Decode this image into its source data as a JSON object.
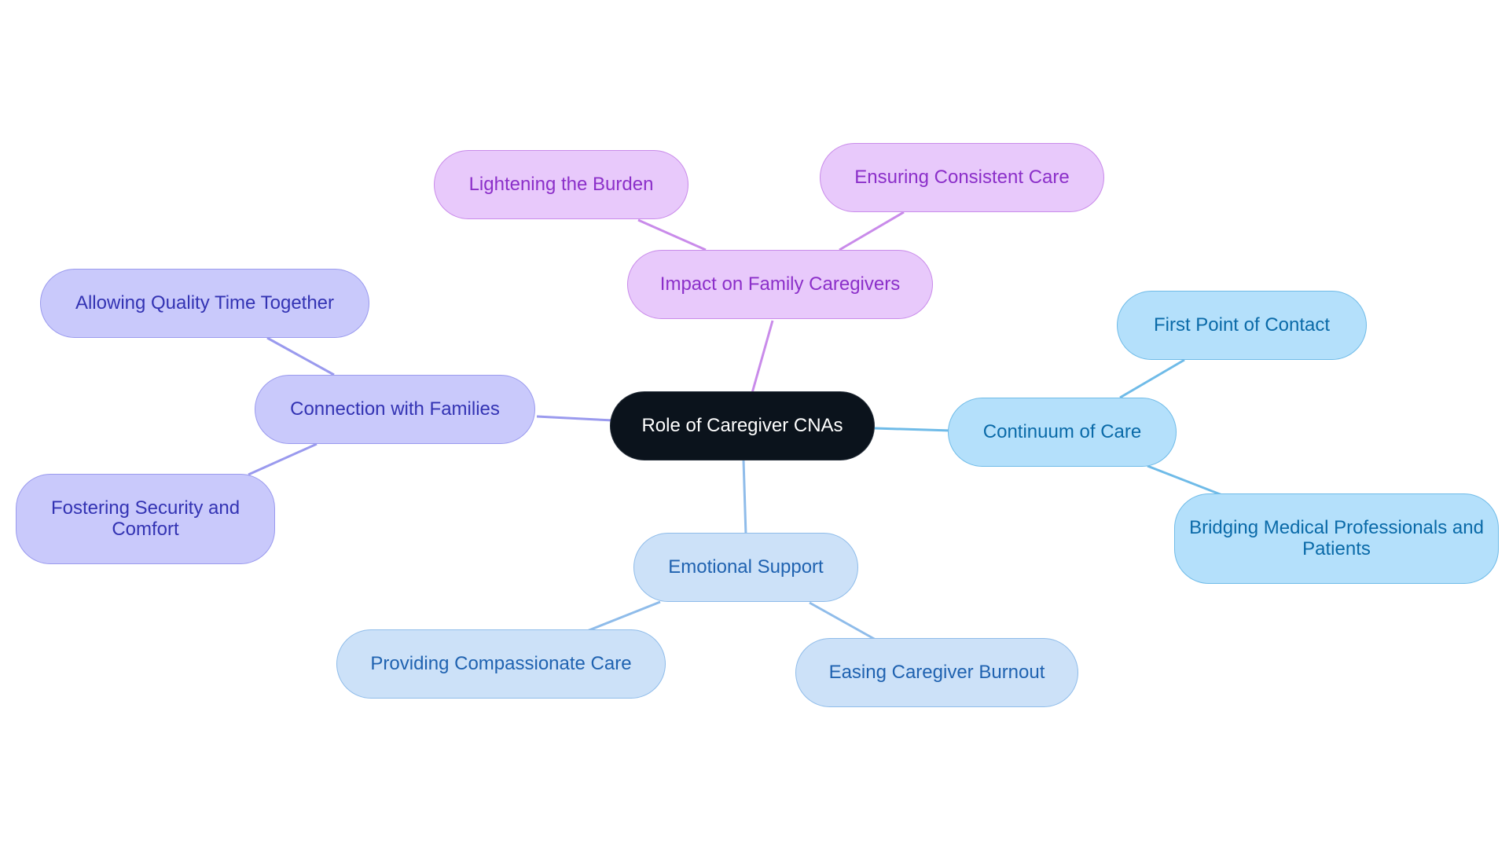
{
  "diagram": {
    "type": "mindmap",
    "root": {
      "label": "Role of Caregiver CNAs"
    },
    "branches": [
      {
        "label": "Impact on Family Caregivers",
        "color": "#c98bea",
        "children": [
          "Lightening the Burden",
          "Ensuring Consistent Care"
        ]
      },
      {
        "label": "Connection with Families",
        "color": "#9a9aee",
        "children": [
          "Allowing Quality Time Together",
          "Fostering Security and Comfort"
        ]
      },
      {
        "label": "Continuum of Care",
        "color": "#6fbbe8",
        "children": [
          "First Point of Contact",
          "Bridging Medical Professionals and Patients"
        ]
      },
      {
        "label": "Emotional Support",
        "color": "#8fbcea",
        "children": [
          "Providing Compassionate Care",
          "Easing Caregiver Burnout"
        ]
      }
    ]
  }
}
